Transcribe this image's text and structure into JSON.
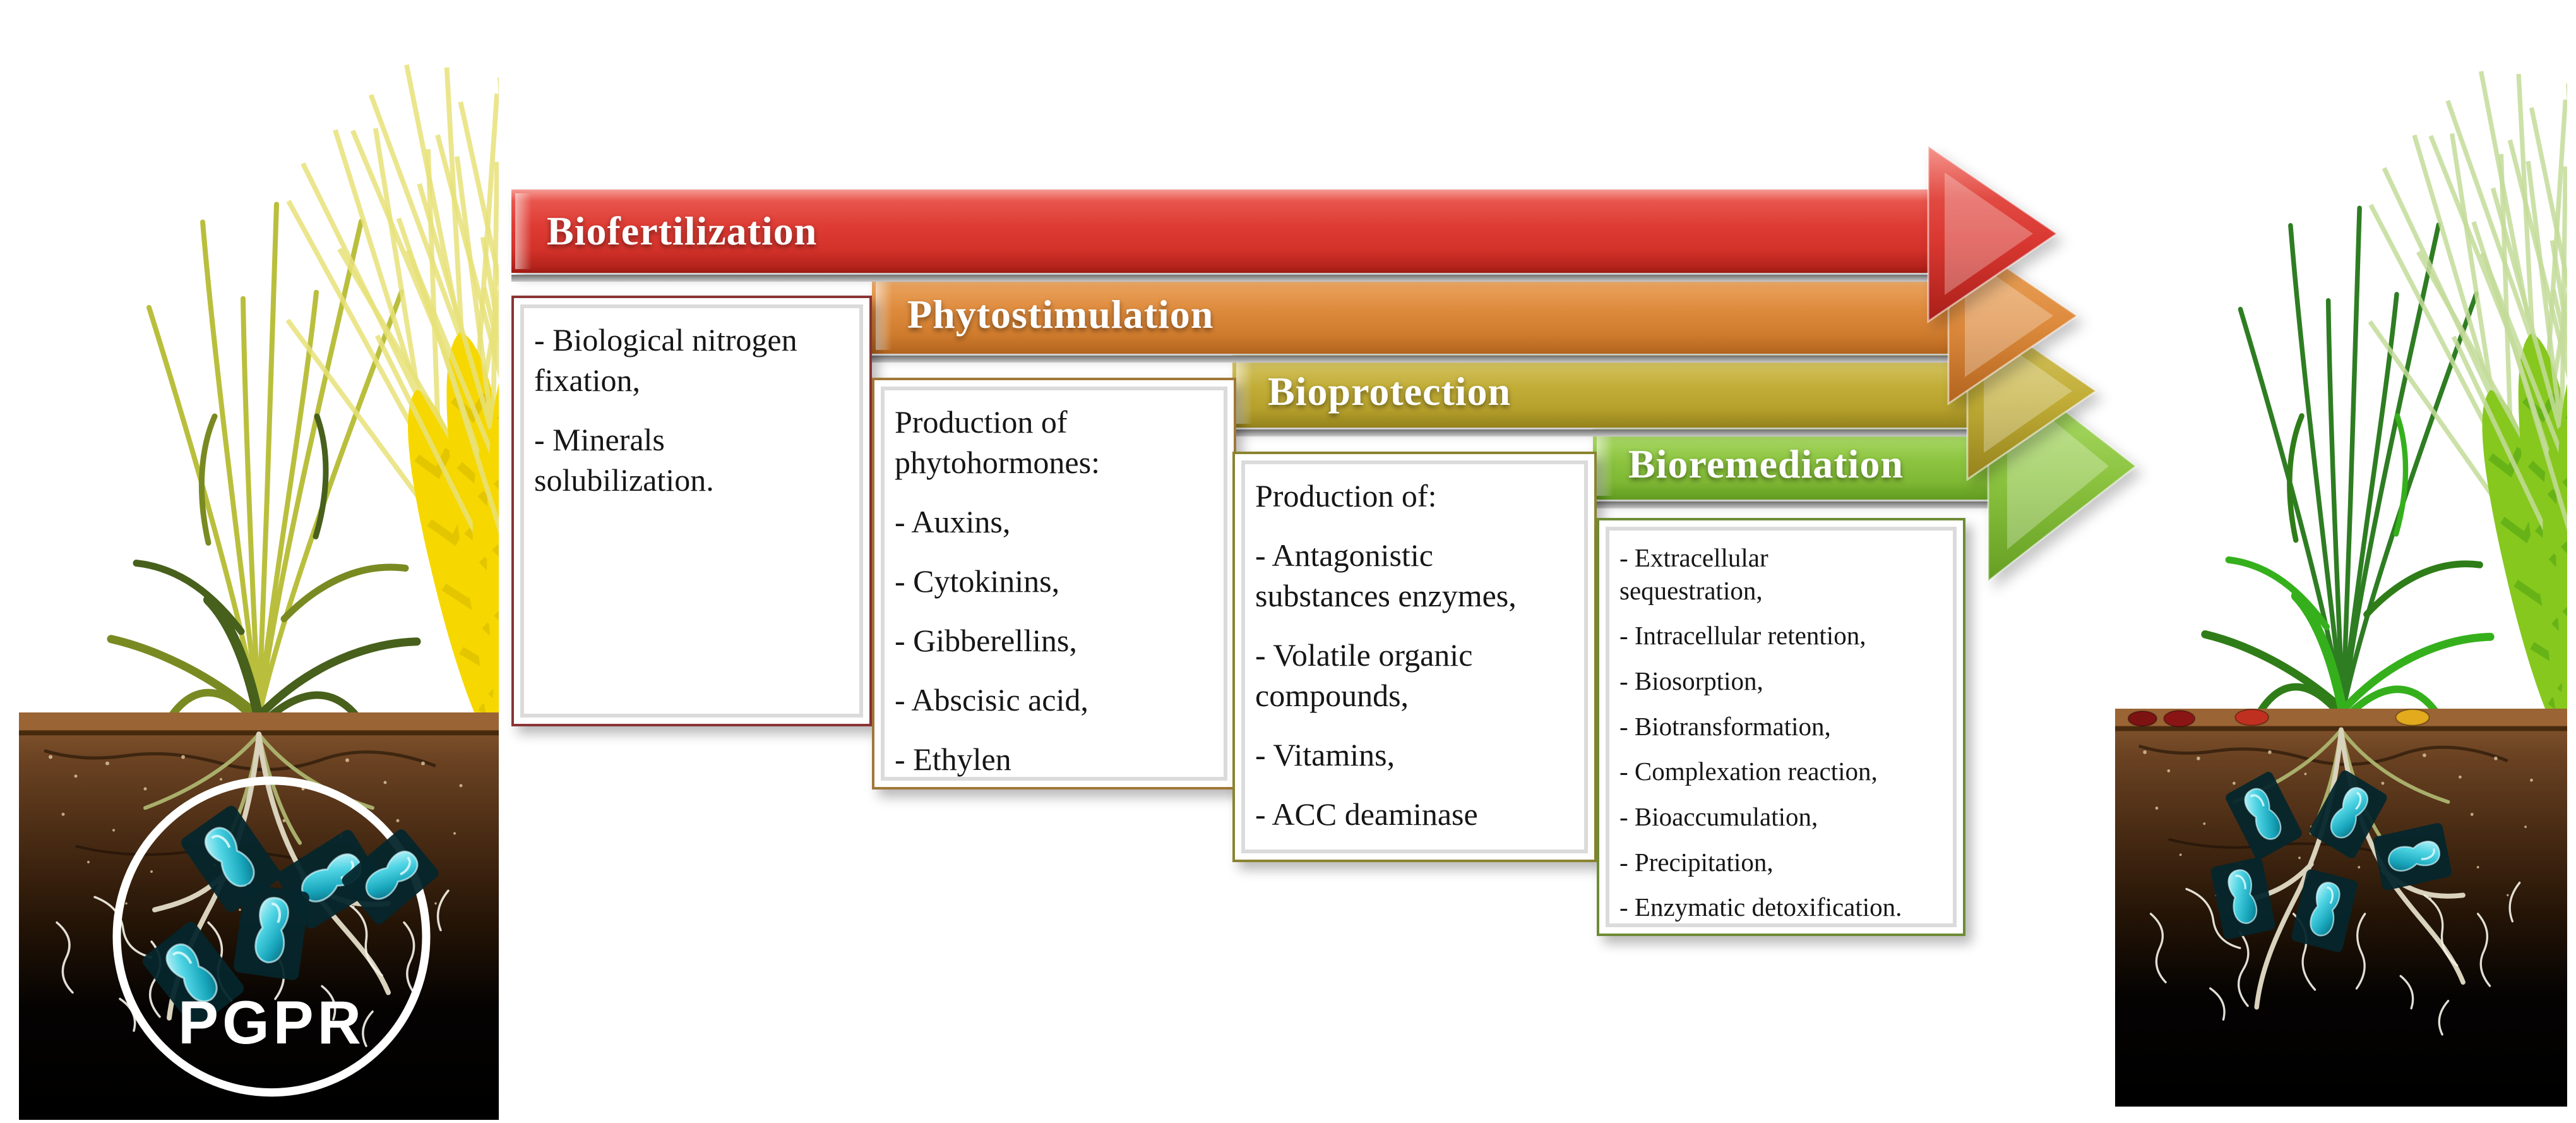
{
  "pgpr": {
    "label": "PGPR"
  },
  "arrows": [
    {
      "id": "biofertilization",
      "label": "Biofertilization",
      "color": "#dd3b33"
    },
    {
      "id": "phytostimulation",
      "label": "Phytostimulation",
      "color": "#dd8a3c"
    },
    {
      "id": "bioprotection",
      "label": "Bioprotection",
      "color": "#c1ad36"
    },
    {
      "id": "bioremediation",
      "label": "Bioremediation",
      "color": "#8cc440"
    }
  ],
  "boxes": [
    {
      "items": [
        "- Biological nitrogen\nfixation,",
        "- Minerals\nsolubilization."
      ]
    },
    {
      "items": [
        "Production of\nphytohormones:",
        "- Auxins,",
        "- Cytokinins,",
        "- Gibberellins,",
        "- Abscisic acid,",
        "- Ethylen"
      ]
    },
    {
      "items": [
        "Production of:",
        "- Antagonistic\nsubstances enzymes,",
        "- Volatile organic\ncompounds,",
        "- Vitamins,",
        "- ACC deaminase"
      ]
    },
    {
      "items": [
        "- Extracellular\nsequestration,",
        "- Intracellular retention,",
        "- Biosorption,",
        "- Biotransformation,",
        "- Complexation reaction,",
        "- Bioaccumulation,",
        "- Precipitation,",
        "- Enzymatic detoxification."
      ]
    }
  ]
}
